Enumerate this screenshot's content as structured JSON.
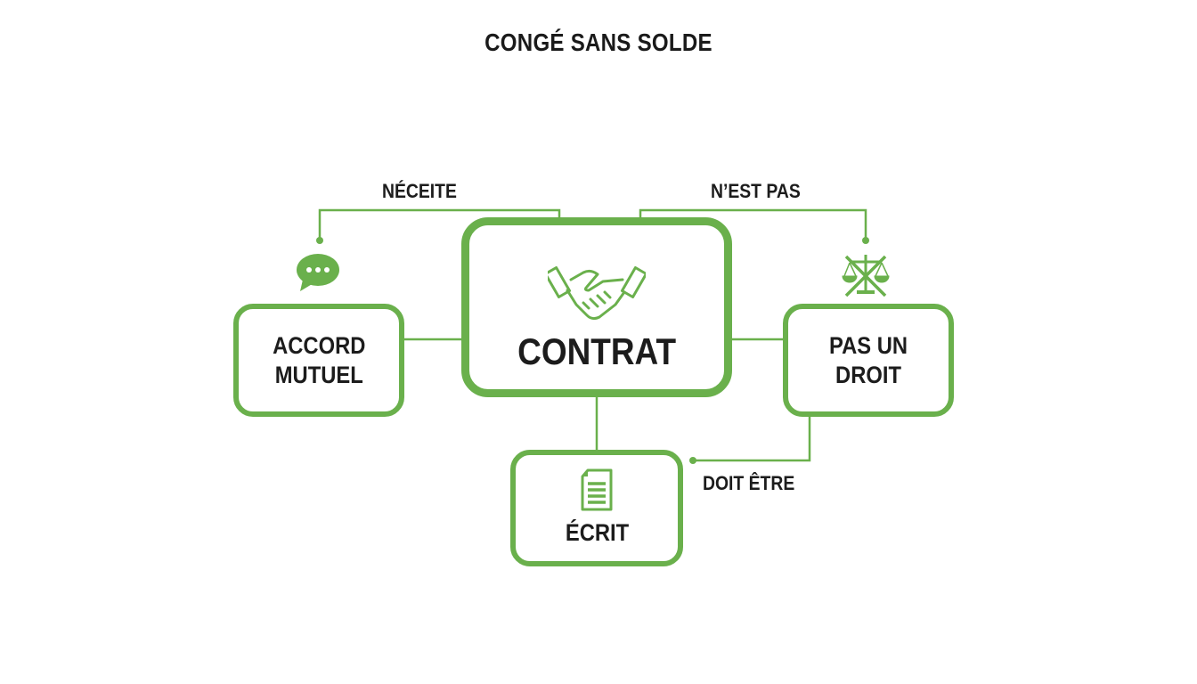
{
  "title": "CONGÉ SANS SOLDE",
  "colors": {
    "accent": "#6ab04c",
    "text": "#1c1c1c",
    "background": "#ffffff"
  },
  "nodes": {
    "center": {
      "label": "CONTRAT",
      "icon": "handshake-icon"
    },
    "left": {
      "label_line1": "ACCORD",
      "label_line2": "MUTUEL",
      "icon": "speech-bubble-icon"
    },
    "right": {
      "label_line1": "PAS UN",
      "label_line2": "DROIT",
      "icon": "crossed-scales-icon"
    },
    "bottom": {
      "label": "ÉCRIT",
      "icon": "document-icon"
    }
  },
  "edges": {
    "left_label": "NÉCEITE",
    "right_label": "N’EST PAS",
    "bottom_label": "DOIT ÊTRE"
  }
}
